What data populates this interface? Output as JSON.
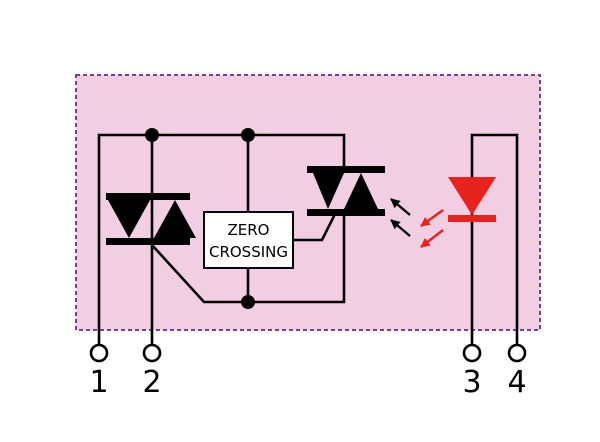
{
  "colors": {
    "package_fill": "#f1cee1",
    "package_border": "#7b3f98",
    "led": "#e8231d",
    "wire": "#000000"
  },
  "zero_crossing": {
    "line1": "ZERO",
    "line2": "CROSSING"
  },
  "pins": [
    {
      "label": "1"
    },
    {
      "label": "2"
    },
    {
      "label": "3"
    },
    {
      "label": "4"
    }
  ],
  "icons": [
    "triac-icon",
    "triac-icon",
    "led-icon",
    "light-emission-arrows-icon",
    "light-reception-arrows-icon"
  ]
}
